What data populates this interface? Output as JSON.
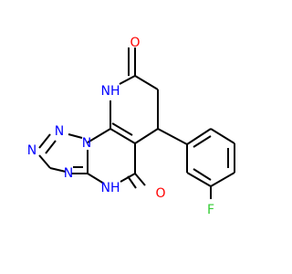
{
  "structure": {
    "colors": {
      "bond": "#000000",
      "N": "#0000ff",
      "O": "#ff0000",
      "F": "#33cc33"
    },
    "atom_labels": {
      "nh_top": "NH",
      "o_top": "O",
      "n_triazole_1": "N",
      "n_triazole_2": "N",
      "n_bridge": "N",
      "n_triazole_3": "N",
      "nh_bottom": "NH",
      "o_bottom": "O",
      "f": "F"
    }
  }
}
